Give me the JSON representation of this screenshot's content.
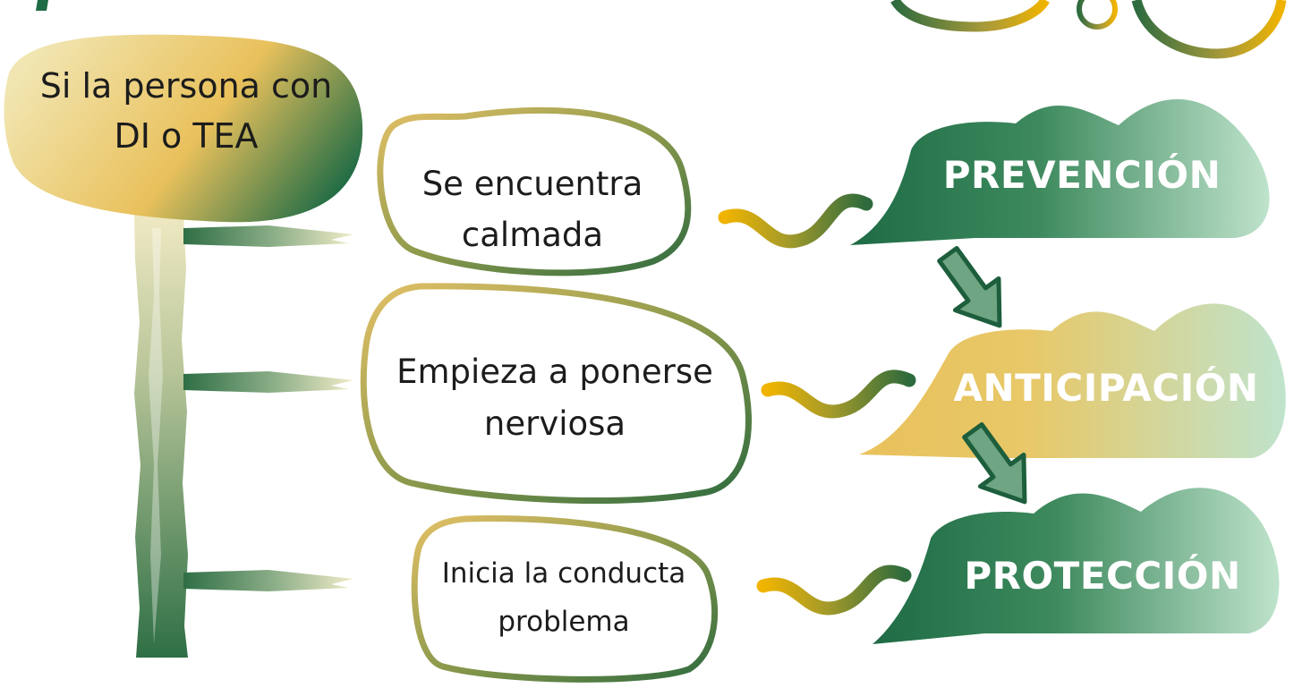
{
  "root": {
    "lines": [
      "Si la persona con",
      "DI o TEA"
    ]
  },
  "conditions": [
    {
      "lines": [
        "Se encuentra",
        "calmada"
      ]
    },
    {
      "lines": [
        "Empieza a ponerse",
        "nerviosa"
      ]
    },
    {
      "lines": [
        "Inicia la conducta",
        "problema"
      ]
    }
  ],
  "stages": [
    {
      "label": "PREVENCIÓN"
    },
    {
      "label": "ANTICIPACIÓN"
    },
    {
      "label": "PROTECCIÓN"
    }
  ],
  "colors": {
    "dark_green": "#1e6b45",
    "mid_green": "#4e8a5f",
    "light_green": "#bfe3cc",
    "gold": "#e9c15c",
    "pale_gold": "#efe2a8",
    "text": "#1c1c1c",
    "arrow_fill": "#6fa582",
    "arrow_stroke": "#1d5e3c"
  }
}
